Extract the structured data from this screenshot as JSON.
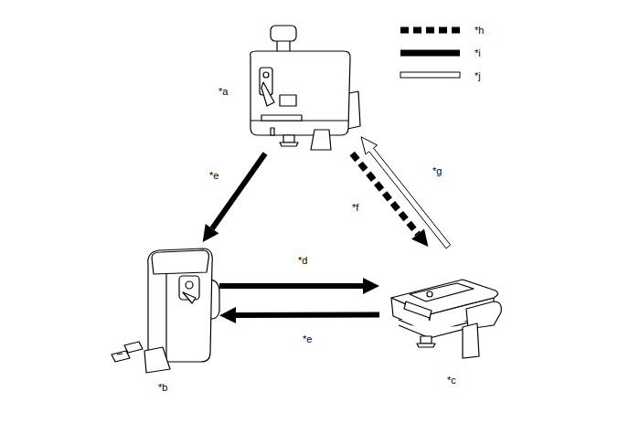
{
  "diagram": {
    "nodes": [
      {
        "text": [
          "*a"
        ]
      },
      {
        "text": [
          "*b"
        ]
      },
      {
        "text": [
          "*c"
        ]
      }
    ],
    "edges": [
      {
        "from": 0,
        "to": 1,
        "arrow": "to",
        "label": "*e"
      },
      {
        "from": 1,
        "to": 2,
        "arrow": "to",
        "label": "*d"
      },
      {
        "from": 2,
        "to": 1,
        "arrow": "to",
        "label": "*e"
      },
      {
        "from": 0,
        "to": 2,
        "arrow": "to",
        "label": "*f"
      },
      {
        "from": 2,
        "to": 0,
        "arrow": "to",
        "label": "*g"
      }
    ],
    "legend": [
      {
        "text": "*h"
      },
      {
        "text": "*i"
      },
      {
        "text": "*j"
      }
    ]
  }
}
